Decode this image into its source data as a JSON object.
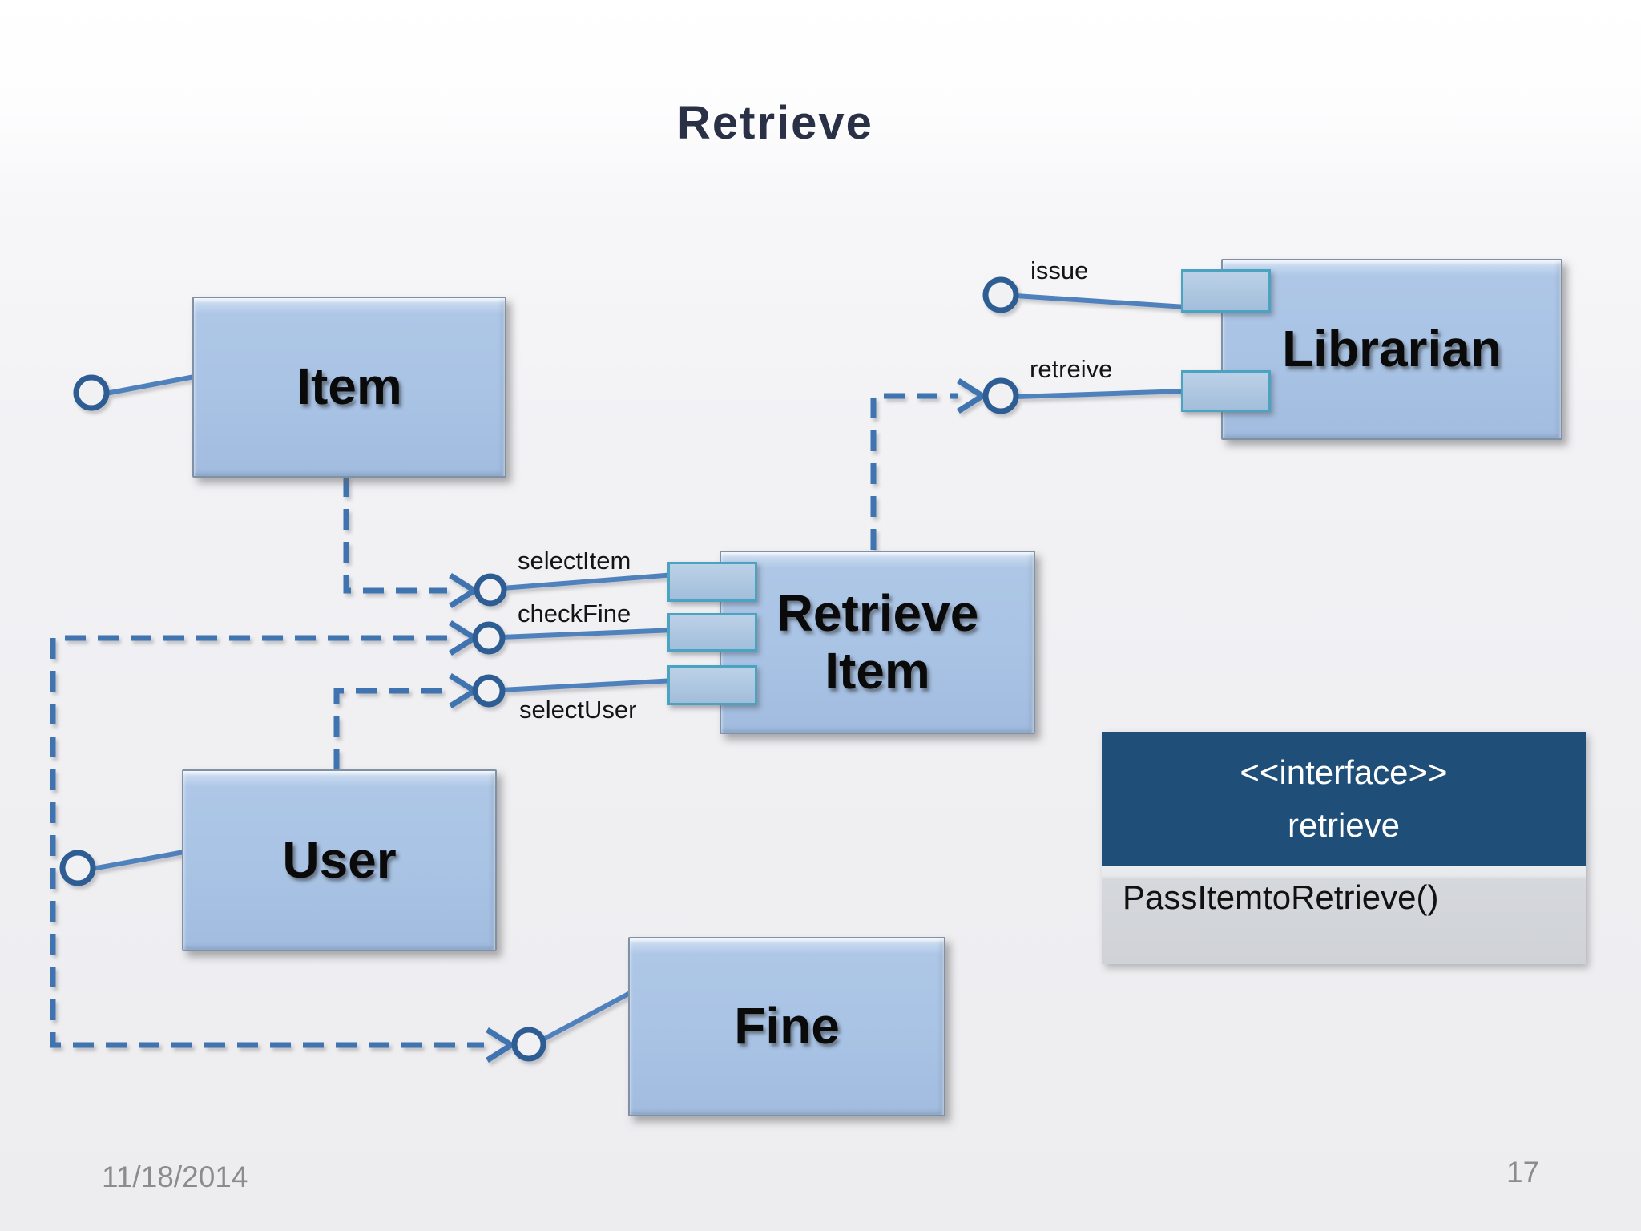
{
  "slide": {
    "title": "Retrieve",
    "footer": {
      "date": "11/18/2014",
      "page_number": "17"
    }
  },
  "components": [
    {
      "id": "item",
      "label": "Item"
    },
    {
      "id": "librarian",
      "label": "Librarian"
    },
    {
      "id": "retrieve-item",
      "label": "Retrieve Item"
    },
    {
      "id": "user",
      "label": "User"
    },
    {
      "id": "fine",
      "label": "Fine"
    }
  ],
  "connector_labels": {
    "issue": "issue",
    "retreive": "retreive",
    "select_item": "selectItem",
    "check_fine": "checkFine",
    "select_user": "selectUser"
  },
  "interface_box": {
    "stereotype": "<<interface>>",
    "name": "retrieve",
    "operation": "PassItemtoRetrieve()"
  },
  "colors": {
    "component_fill": "#a9c3e5",
    "component_border": "#8091a6",
    "port_fill": "#a2bedb",
    "port_border": "#4aa3c0",
    "solid_connector": "#4f81bd",
    "dashed_connector": "#3f74b0",
    "lollipop_stroke": "#2e5d93",
    "interface_header": "#1f4e79",
    "interface_body": "#d5d8dc",
    "title_color": "#2a3147",
    "footer_gray": "#8c8c8c"
  }
}
